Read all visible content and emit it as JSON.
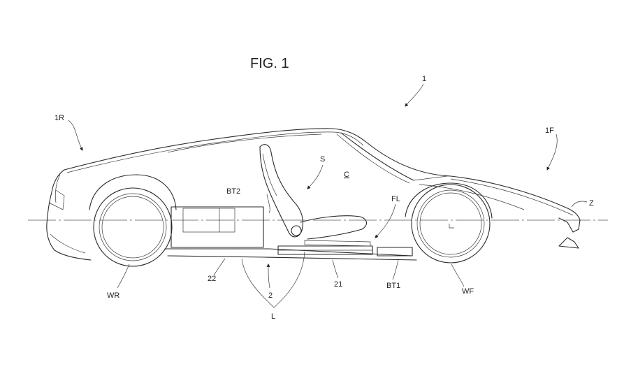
{
  "figure": {
    "title": "FIG. 1"
  },
  "labels": {
    "vehicle": "1",
    "rear": "1R",
    "front": "1F",
    "seat": "S",
    "cabin": "C",
    "rear_battery": "BT2",
    "floor": "FL",
    "axis": "Z",
    "rear_wheel": "WR",
    "front_wheel": "WF",
    "rear_floor_part": "22",
    "floor_assembly": "2",
    "front_floor_part": "21",
    "front_battery": "BT1",
    "longitudinal": "L"
  },
  "colors": {
    "ink": "#2a2a2a",
    "paper": "#ffffff"
  }
}
